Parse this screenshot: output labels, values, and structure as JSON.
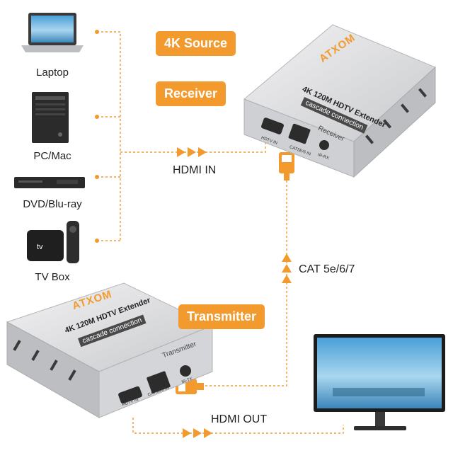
{
  "sources": [
    {
      "label": "Laptop",
      "icon": "laptop-icon"
    },
    {
      "label": "PC/Mac",
      "icon": "pc-tower-icon"
    },
    {
      "label": "DVD/Blu-ray",
      "icon": "dvd-player-icon"
    },
    {
      "label": "TV Box",
      "icon": "tv-box-icon"
    }
  ],
  "badges": {
    "source": "4K Source",
    "receiver": "Receiver",
    "transmitter": "Transmitter"
  },
  "flow": {
    "hdmi_in": "HDMI IN",
    "cat": "CAT 5e/6/7",
    "hdmi_out": "HDMI OUT"
  },
  "receiver_device": {
    "brand": "ATXOM",
    "title": "4K 120M HDTV Extender",
    "subtitle": "cascade connection",
    "unit": "Receiver",
    "port_hdmi": "HDTV IN",
    "port_rj45": "CAT5E/6 IN",
    "port_ir": "IR-RX"
  },
  "transmitter_device": {
    "brand": "ATXOM",
    "title": "4K 120M HDTV Extender",
    "subtitle": "cascade connection",
    "unit": "Transmitter",
    "port_hdmi": "HDTV IN",
    "port_rj45": "CAT5E/6 IN",
    "port_ir": "IR-TX"
  },
  "colors": {
    "accent": "#f39a2e",
    "device_body": "#d9dadc",
    "device_dark": "#3a3a3a"
  },
  "display": {
    "icon": "monitor-icon"
  }
}
